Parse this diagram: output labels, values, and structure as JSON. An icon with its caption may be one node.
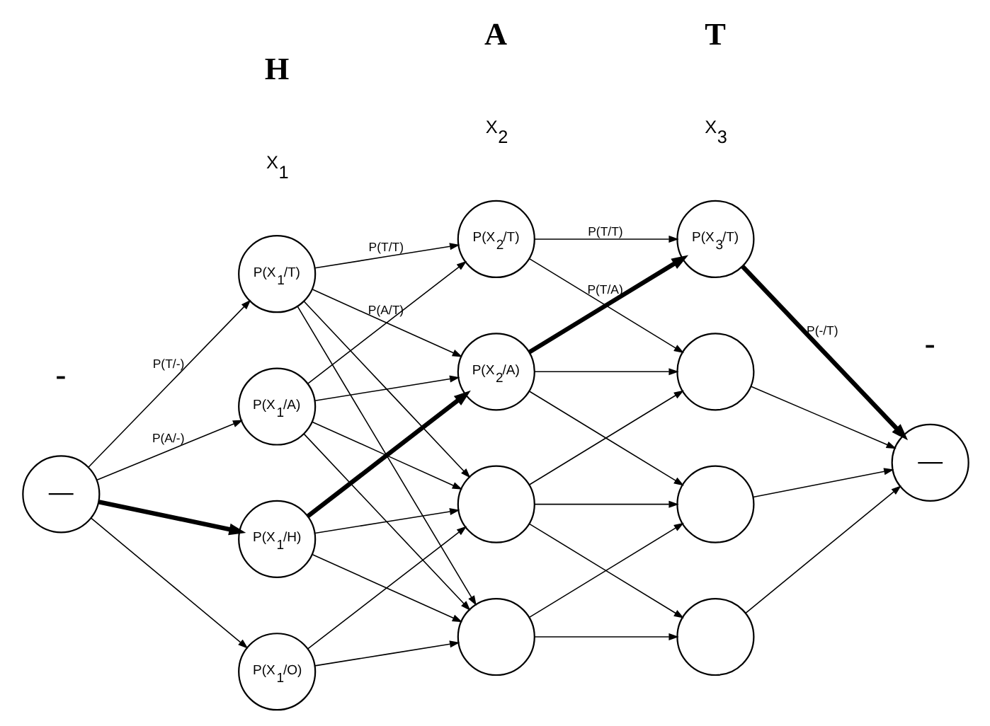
{
  "diagram": {
    "nodes": [
      {
        "text": [
          "—"
        ]
      },
      {
        "text": [
          "P(X$_{1}$/T)"
        ]
      },
      {
        "text": [
          "P(X$_{1}$/A)"
        ]
      },
      {
        "text": [
          "P(X$_{1}$/H)"
        ]
      },
      {
        "text": [
          "P(X$_{1}$/O)"
        ]
      },
      {
        "text": [
          "P(X$_{2}$/T)"
        ]
      },
      {
        "text": [
          "P(X$_{2}$/A)"
        ]
      },
      {
        "text": [],
        "shape": "circle"
      },
      {
        "text": [],
        "shape": "circle"
      },
      {
        "text": [
          "P(X$_{3}$/T)"
        ]
      },
      {
        "text": [],
        "shape": "circle"
      },
      {
        "text": [],
        "shape": "circle"
      },
      {
        "text": [],
        "shape": "circle"
      },
      {
        "text": [
          "—"
        ]
      }
    ],
    "edges": [
      {
        "from": 0,
        "to": 1,
        "arrow": "to",
        "label": "P(T/-)"
      },
      {
        "from": 0,
        "to": 2,
        "arrow": "to",
        "label": "P(A/-)"
      },
      {
        "from": 0,
        "to": 3,
        "arrow": "to",
        "style": "thick"
      },
      {
        "from": 0,
        "to": 4,
        "arrow": "to"
      },
      {
        "from": 1,
        "to": 5,
        "arrow": "to",
        "label": "P(T/T)"
      },
      {
        "from": 1,
        "to": 6,
        "arrow": "to",
        "label": "P(A/T)"
      },
      {
        "from": 1,
        "to": 7,
        "arrow": "to"
      },
      {
        "from": 1,
        "to": 8,
        "arrow": "to"
      },
      {
        "from": 2,
        "to": 5,
        "arrow": "to"
      },
      {
        "from": 2,
        "to": 6,
        "arrow": "to"
      },
      {
        "from": 2,
        "to": 7,
        "arrow": "to"
      },
      {
        "from": 2,
        "to": 8,
        "arrow": "to"
      },
      {
        "from": 3,
        "to": 6,
        "arrow": "to",
        "style": "thick"
      },
      {
        "from": 3,
        "to": 7,
        "arrow": "to"
      },
      {
        "from": 3,
        "to": 8,
        "arrow": "to"
      },
      {
        "from": 4,
        "to": 7,
        "arrow": "to"
      },
      {
        "from": 4,
        "to": 8,
        "arrow": "to"
      },
      {
        "from": 5,
        "to": 9,
        "arrow": "to",
        "label": "P(T/T)"
      },
      {
        "from": 5,
        "to": 10,
        "arrow": "to"
      },
      {
        "from": 6,
        "to": 9,
        "arrow": "to",
        "label": "P(T/A)",
        "style": "thick"
      },
      {
        "from": 6,
        "to": 10,
        "arrow": "to"
      },
      {
        "from": 6,
        "to": 11,
        "arrow": "to"
      },
      {
        "from": 7,
        "to": 10,
        "arrow": "to"
      },
      {
        "from": 7,
        "to": 11,
        "arrow": "to"
      },
      {
        "from": 7,
        "to": 12,
        "arrow": "to"
      },
      {
        "from": 8,
        "to": 11,
        "arrow": "to"
      },
      {
        "from": 8,
        "to": 12,
        "arrow": "to"
      },
      {
        "from": 9,
        "to": 13,
        "arrow": "to",
        "label": "P(-/T)",
        "style": "thick"
      },
      {
        "from": 10,
        "to": 13,
        "arrow": "to"
      },
      {
        "from": 11,
        "to": 13,
        "arrow": "to"
      },
      {
        "from": 12,
        "to": 13,
        "arrow": "to"
      }
    ],
    "labels": [
      "-",
      "H",
      "A",
      "T",
      "-",
      "X$_{1}$",
      "X$_{2}$",
      "X$_{3}$"
    ]
  }
}
